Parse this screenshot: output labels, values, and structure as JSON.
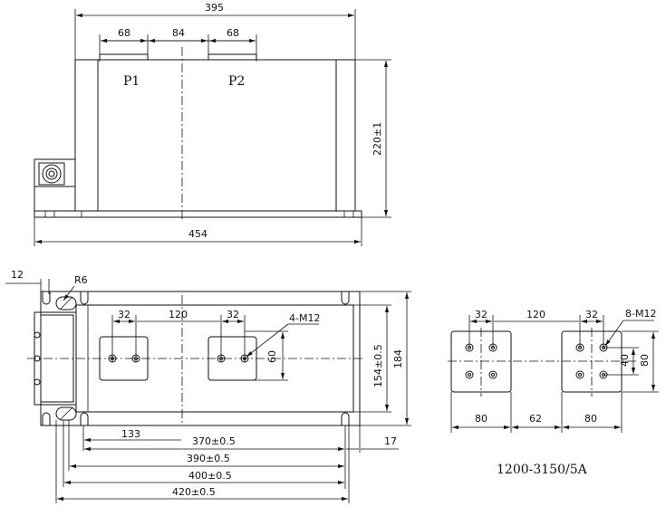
{
  "front_view": {
    "dim_overall_top": "395",
    "dim_terminal_left": "68",
    "dim_terminal_gap": "84",
    "dim_terminal_right": "68",
    "label_p1": "P1",
    "label_p2": "P2",
    "dim_height": "220±1",
    "dim_base_length": "454"
  },
  "plan_view": {
    "dim_edge": "12",
    "dim_radius": "R6",
    "dim_hole_left": "32",
    "dim_hole_gap": "120",
    "dim_hole_right": "32",
    "dim_thread": "4-M12",
    "dim_hole_vertical": "60",
    "dim_inner_height": "154±0.5",
    "dim_outer_height": "184",
    "dim_offset": "133",
    "dim_370": "370±0.5",
    "dim_390": "390±0.5",
    "dim_400": "400±0.5",
    "dim_420": "420±0.5",
    "dim_right_offset": "17"
  },
  "terminal_detail": {
    "dim_hole_left": "32",
    "dim_gap": "120",
    "dim_hole_right": "32",
    "dim_thread": "8-M12",
    "dim_inner": "40",
    "dim_outer": "80",
    "dim_pad_left": "80",
    "dim_pad_gap": "62",
    "dim_pad_right": "80"
  },
  "model_label": "1200-3150/5A"
}
